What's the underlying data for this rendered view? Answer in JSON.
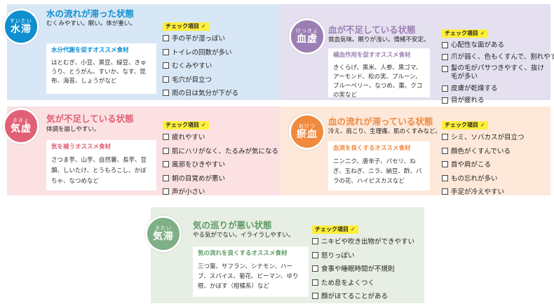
{
  "colors": {
    "blue_bg": "#d8e7f5",
    "blue_accent": "#0f8fd0",
    "purple_bg": "#e4e0ef",
    "purple_accent": "#9b7fb4",
    "pink_bg": "#fbe1e2",
    "pink_accent": "#e06075",
    "orange_bg": "#fde8d9",
    "orange_accent": "#f08a3e",
    "green_bg": "#e7eee3",
    "green_accent": "#7faf86",
    "checklist_label_bg": "#ffef3a"
  },
  "cards": [
    {
      "id": "suitai",
      "circle_ruby": "すいたい",
      "circle_kanji": "水滞",
      "title": "水の流れが滞った状態",
      "subtitle": "むくみやすい。眠い。体が重い。",
      "food_heading": "水分代謝を促すオススメ食材",
      "food_text": "はとむぎ、小豆、黒豆、緑豆、きゅうり、とうがん、すいか、なす、昆布、海苔、しょうがなど",
      "check_label": "チェック項目",
      "check_mark": "✓",
      "items": [
        "手の平が湿っぽい",
        "トイレの回数が多い",
        "むくみやすい",
        "毛穴が目立つ",
        "雨の日は気分が下がる"
      ]
    },
    {
      "id": "kekkyo",
      "circle_ruby": "けっきょ",
      "circle_kanji": "血虚",
      "title": "血が不足している状態",
      "subtitle": "貧血気味。眠りが浅い。情緒不安定。",
      "food_heading": "補血作用を促すオススメ食材",
      "food_text": "きくらげ、黒米、人参、黒ゴマ、アーモンド、松の実、プルーン、ブルーベリー、なつめ、棗、クコの実など",
      "check_label": "チェック項目",
      "check_mark": "✓",
      "items": [
        "心配性な面がある",
        "爪が弱く、色もくすんで、割れやすい",
        "髪の毛がパサつきやすく、抜け毛が多い",
        "皮膚が乾燥する",
        "目が疲れる"
      ]
    },
    {
      "id": "kikyo",
      "circle_ruby": "ききょ",
      "circle_kanji": "気虚",
      "title": "気が不足している状態",
      "subtitle": "体調を崩しやすい。",
      "food_heading": "気を補うオススメ食材",
      "food_text": "さつま芋、山芋、自然薯、長芋、豆類、しいたけ、とうもろこし、かぼちゃ、なつめなど",
      "check_label": "チェック項目",
      "check_mark": "✓",
      "items": [
        "疲れやすい",
        "肌にハリがなく、たるみが気になる",
        "風邪をひきやすい",
        "朝の目覚めが悪い",
        "声が小さい"
      ]
    },
    {
      "id": "oketsu",
      "circle_ruby": "おけつ",
      "circle_kanji": "瘀血",
      "title": "血の流れが滞っている状態",
      "subtitle": "冷え、肩こり、生理痛、肌のくすみなど。",
      "food_heading": "血流を良くするオススメ食材",
      "food_text": "ニンニク、唐辛子、パセリ、ねぎ、玉ねぎ、ニラ、納豆、酢、バラの花、ハイビスカスなど",
      "check_label": "チェック項目",
      "check_mark": "✓",
      "items": [
        "シミ、ソバカスが目立つ",
        "顔色がくすんでいる",
        "首や肩がこる",
        "もの忘れが多い",
        "手足が冷えやすい"
      ]
    },
    {
      "id": "kitai",
      "circle_ruby": "きたい",
      "circle_kanji": "気滞",
      "title": "気の巡りが悪い状態",
      "subtitle": "やる気がでない。イライラしやすい。",
      "food_heading": "気の流れを良くするオススメ食材",
      "food_text": "三つ葉、サフラン、シナモン、ハーブ、スパイス、菊花、ピーマン、ゆり根、かぼす（柑橘系）など",
      "check_label": "チェック項目",
      "check_mark": "✓",
      "items": [
        "ニキビや吹き出物ができやすい",
        "怒りっぽい",
        "食事や睡眠時間が不規則",
        "ため息をよくつく",
        "顔がほてることがある"
      ]
    }
  ]
}
